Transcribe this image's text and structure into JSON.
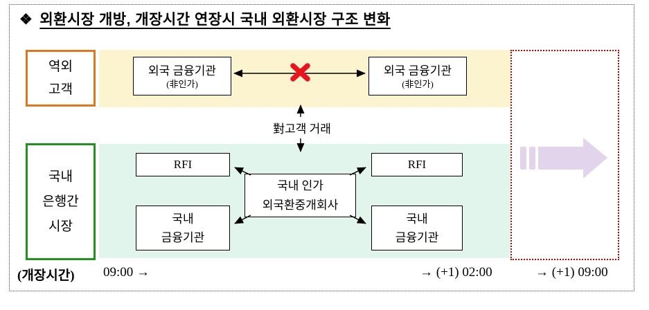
{
  "title": {
    "bullet": "❖",
    "text": "외환시장 개방, 개장시간 연장시 국내 외환시장 구조 변화"
  },
  "row_labels": {
    "offshore_lines": [
      "역외",
      "고객"
    ],
    "interbank_lines": [
      "국내",
      "은행간",
      "시장"
    ]
  },
  "offshore_band": {
    "left_box": {
      "title": "외국 금융기관",
      "subtitle": "(非인가)"
    },
    "right_box": {
      "title": "외국 금융기관",
      "subtitle": "(非인가)"
    }
  },
  "customer_trade_label": "對고객 거래",
  "interbank_band": {
    "rfi_left": "RFI",
    "rfi_right": "RFI",
    "fin_left_lines": [
      "국내",
      "금융기관"
    ],
    "fin_right_lines": [
      "국내",
      "금융기관"
    ],
    "broker_lines": [
      "국내 인가",
      "외국환중개회사"
    ]
  },
  "footer": {
    "label": "(개장시간)",
    "time_start": "09:00 →",
    "time_mid": "→ (+1) 02:00",
    "time_end": "→ (+1) 09:00"
  },
  "icons": {
    "blocked_x": "x-mark",
    "change_arrow": "fast-forward-arrow"
  },
  "colors": {
    "offshore_band_bg": "#FCF3CF",
    "interbank_band_bg": "#E1F5ED",
    "offshore_label_border": "#E0761E",
    "interbank_label_border": "#21911F",
    "blocked_x": "#E8141E",
    "change_region_border": "#C00000",
    "change_arrow_fill": "#E2D4EA"
  }
}
